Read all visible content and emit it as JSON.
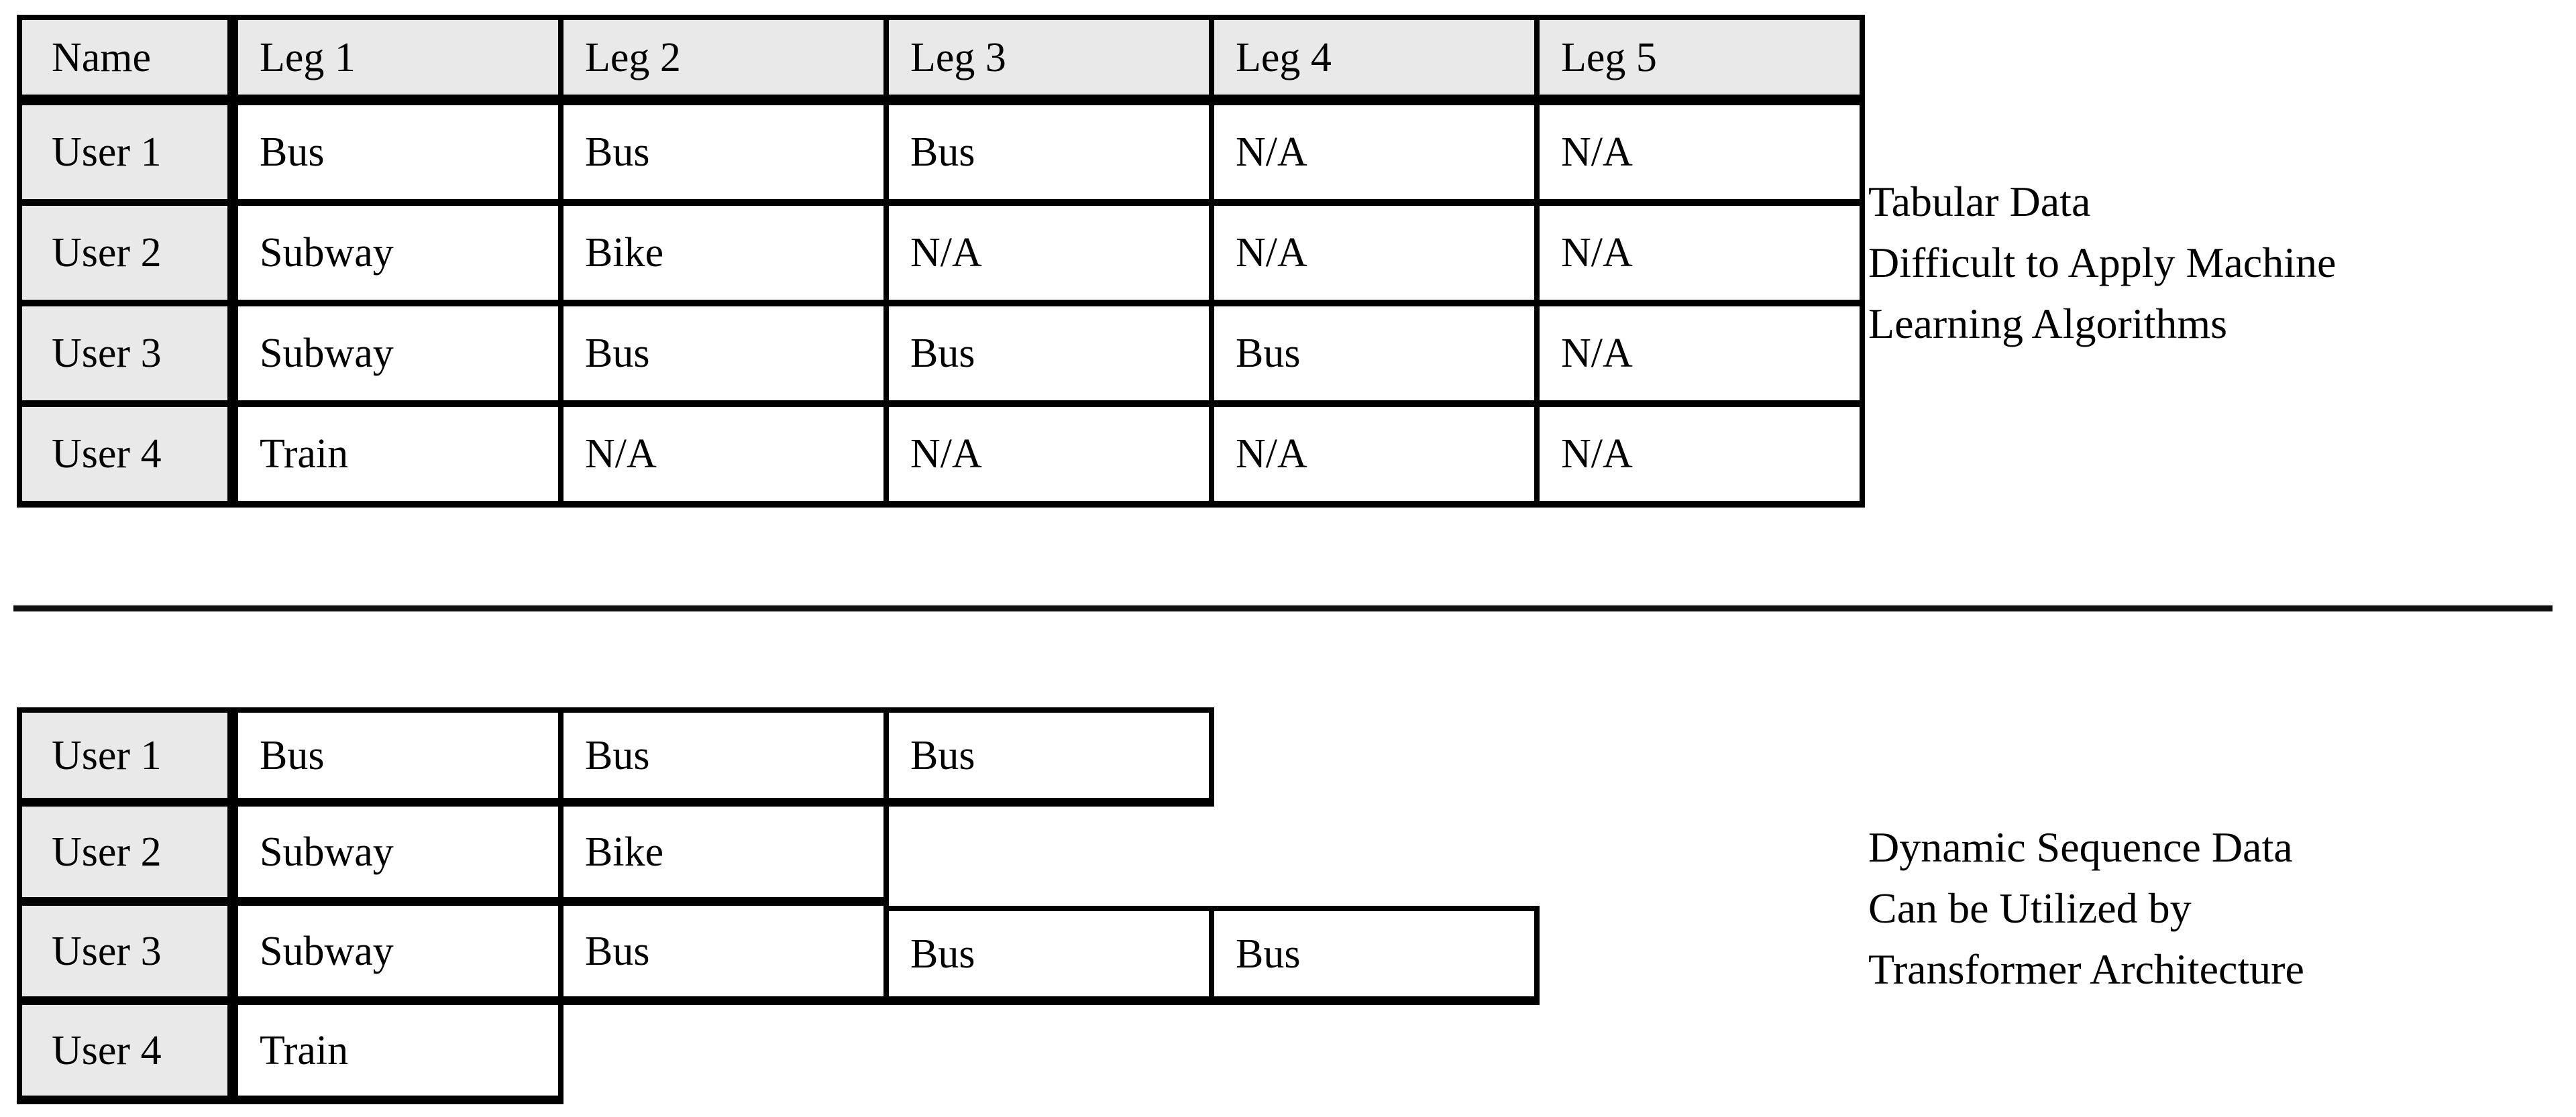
{
  "colors": {
    "background": "#ffffff",
    "header_fill": "#e9e9e9",
    "border": "#000000",
    "text": "#000000"
  },
  "top_table": {
    "header": [
      "Name",
      "Leg 1",
      "Leg 2",
      "Leg 3",
      "Leg 4",
      "Leg 5"
    ],
    "rows": [
      {
        "name": "User 1",
        "legs": [
          "Bus",
          "Bus",
          "Bus",
          "N/A",
          "N/A"
        ]
      },
      {
        "name": "User 2",
        "legs": [
          "Subway",
          "Bike",
          "N/A",
          "N/A",
          "N/A"
        ]
      },
      {
        "name": "User 3",
        "legs": [
          "Subway",
          "Bus",
          "Bus",
          "Bus",
          "N/A"
        ]
      },
      {
        "name": "User 4",
        "legs": [
          "Train",
          "N/A",
          "N/A",
          "N/A",
          "N/A"
        ]
      }
    ],
    "annotation": {
      "lines": [
        "Tabular Data",
        "Difficult to Apply Machine",
        "Learning Algorithms"
      ]
    }
  },
  "bottom_table": {
    "rows": [
      {
        "name": "User 1",
        "legs": [
          "Bus",
          "Bus",
          "Bus"
        ]
      },
      {
        "name": "User 2",
        "legs": [
          "Subway",
          "Bike"
        ]
      },
      {
        "name": "User 3",
        "legs": [
          "Subway",
          "Bus",
          "Bus",
          "Bus"
        ]
      },
      {
        "name": "User 4",
        "legs": [
          "Train"
        ]
      }
    ],
    "annotation": {
      "lines": [
        "Dynamic Sequence Data",
        "Can be Utilized by",
        "Transformer Architecture"
      ]
    }
  }
}
